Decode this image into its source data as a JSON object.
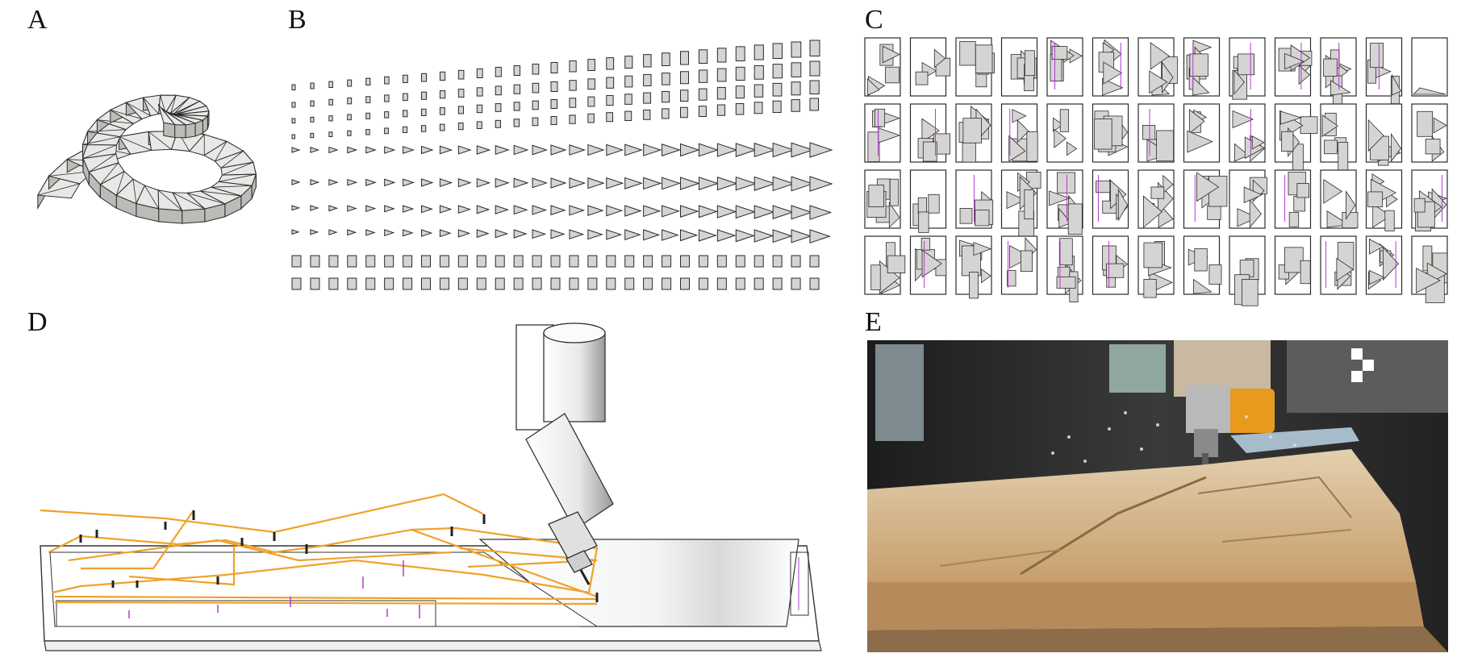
{
  "labels": {
    "a": "A",
    "b": "B",
    "c": "C",
    "d": "D",
    "e": "E"
  },
  "colors": {
    "panel_fill": "#d6d4d2",
    "outline": "#2b2b2b",
    "toolpath": "#f0a12a",
    "marker": "#b23bd0",
    "wood": "#c9a77a",
    "spindle": "#e89a1c"
  },
  "nesting_sheets": {
    "rows": 4,
    "cols": 13
  }
}
